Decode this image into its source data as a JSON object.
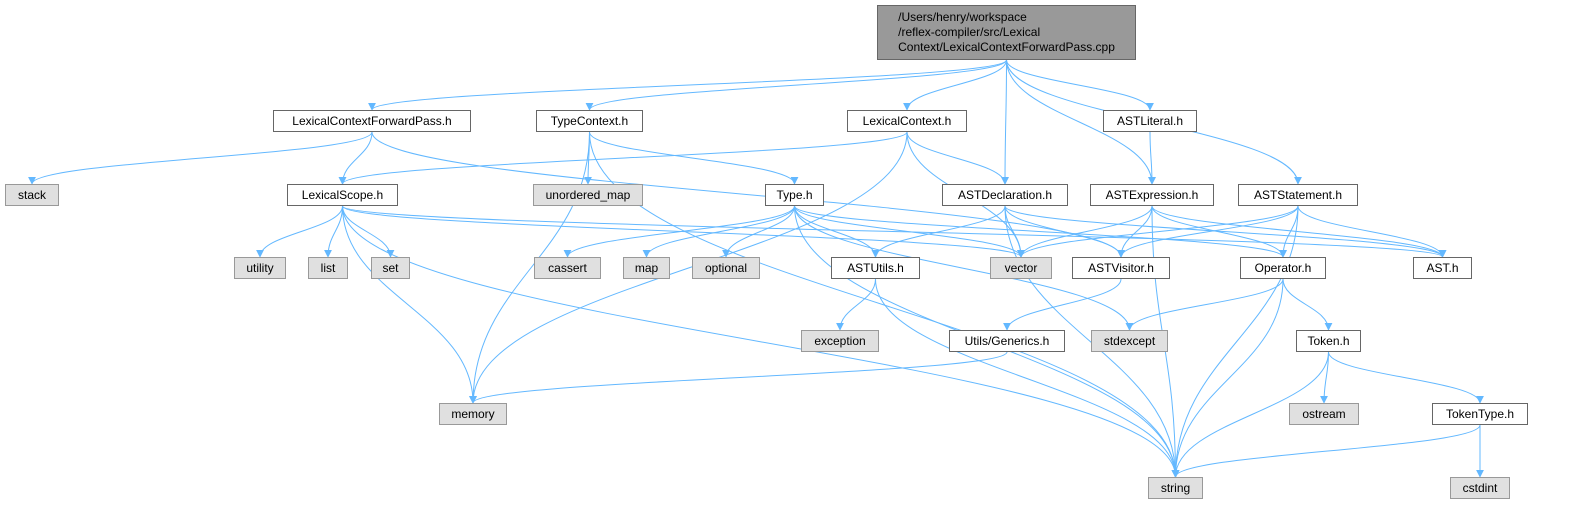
{
  "diagram": {
    "edge_color": "#63b8ff",
    "root": {
      "lines": [
        "/Users/henry/workspace",
        "/reflex-compiler/src/Lexical",
        "Context/LexicalContextForwardPass.cpp"
      ]
    },
    "nodes": {
      "lcfp": {
        "label": "LexicalContextForwardPass.h"
      },
      "typecontext": {
        "label": "TypeContext.h"
      },
      "lexicalcontext": {
        "label": "LexicalContext.h"
      },
      "astliteral": {
        "label": "ASTLiteral.h"
      },
      "stack": {
        "label": "stack"
      },
      "lexicalscope": {
        "label": "LexicalScope.h"
      },
      "unordered_map": {
        "label": "unordered_map"
      },
      "type": {
        "label": "Type.h"
      },
      "astdeclaration": {
        "label": "ASTDeclaration.h"
      },
      "astexpression": {
        "label": "ASTExpression.h"
      },
      "aststatement": {
        "label": "ASTStatement.h"
      },
      "utility": {
        "label": "utility"
      },
      "list": {
        "label": "list"
      },
      "set": {
        "label": "set"
      },
      "cassert": {
        "label": "cassert"
      },
      "map": {
        "label": "map"
      },
      "optional": {
        "label": "optional"
      },
      "astutils": {
        "label": "ASTUtils.h"
      },
      "vector": {
        "label": "vector"
      },
      "astvisitor": {
        "label": "ASTVisitor.h"
      },
      "operator": {
        "label": "Operator.h"
      },
      "ast": {
        "label": "AST.h"
      },
      "exception": {
        "label": "exception"
      },
      "generics": {
        "label": "Utils/Generics.h"
      },
      "stdexcept": {
        "label": "stdexcept"
      },
      "token": {
        "label": "Token.h"
      },
      "memory": {
        "label": "memory"
      },
      "ostream": {
        "label": "ostream"
      },
      "tokentype": {
        "label": "TokenType.h"
      },
      "string": {
        "label": "string"
      },
      "cstdint": {
        "label": "cstdint"
      }
    },
    "edges": [
      [
        "root",
        "lcfp"
      ],
      [
        "root",
        "typecontext"
      ],
      [
        "root",
        "lexicalcontext"
      ],
      [
        "root",
        "astdeclaration"
      ],
      [
        "root",
        "astexpression"
      ],
      [
        "root",
        "astliteral"
      ],
      [
        "root",
        "aststatement"
      ],
      [
        "lcfp",
        "stack"
      ],
      [
        "lcfp",
        "lexicalscope"
      ],
      [
        "lcfp",
        "astvisitor"
      ],
      [
        "typecontext",
        "string"
      ],
      [
        "typecontext",
        "unordered_map"
      ],
      [
        "typecontext",
        "memory"
      ],
      [
        "typecontext",
        "type"
      ],
      [
        "lexicalcontext",
        "lexicalscope"
      ],
      [
        "lexicalcontext",
        "memory"
      ],
      [
        "lexicalcontext",
        "vector"
      ],
      [
        "lexicalcontext",
        "astdeclaration"
      ],
      [
        "astliteral",
        "astexpression"
      ],
      [
        "lexicalscope",
        "utility"
      ],
      [
        "lexicalscope",
        "list"
      ],
      [
        "lexicalscope",
        "set"
      ],
      [
        "lexicalscope",
        "memory"
      ],
      [
        "lexicalscope",
        "string"
      ],
      [
        "lexicalscope",
        "vector"
      ],
      [
        "lexicalscope",
        "ast"
      ],
      [
        "type",
        "cassert"
      ],
      [
        "type",
        "map"
      ],
      [
        "type",
        "optional"
      ],
      [
        "type",
        "astutils"
      ],
      [
        "type",
        "vector"
      ],
      [
        "type",
        "stdexcept"
      ],
      [
        "type",
        "string"
      ],
      [
        "type",
        "operator"
      ],
      [
        "astdeclaration",
        "astutils"
      ],
      [
        "astdeclaration",
        "vector"
      ],
      [
        "astdeclaration",
        "astvisitor"
      ],
      [
        "astdeclaration",
        "string"
      ],
      [
        "astdeclaration",
        "ast"
      ],
      [
        "astexpression",
        "vector"
      ],
      [
        "astexpression",
        "astvisitor"
      ],
      [
        "astexpression",
        "operator"
      ],
      [
        "astexpression",
        "ast"
      ],
      [
        "astexpression",
        "string"
      ],
      [
        "aststatement",
        "vector"
      ],
      [
        "aststatement",
        "astvisitor"
      ],
      [
        "aststatement",
        "operator"
      ],
      [
        "aststatement",
        "ast"
      ],
      [
        "aststatement",
        "string"
      ],
      [
        "astutils",
        "exception"
      ],
      [
        "astutils",
        "string"
      ],
      [
        "astvisitor",
        "generics"
      ],
      [
        "generics",
        "memory"
      ],
      [
        "operator",
        "stdexcept"
      ],
      [
        "operator",
        "token"
      ],
      [
        "operator",
        "string"
      ],
      [
        "token",
        "string"
      ],
      [
        "token",
        "ostream"
      ],
      [
        "token",
        "tokentype"
      ],
      [
        "tokentype",
        "string"
      ],
      [
        "tokentype",
        "cstdint"
      ]
    ]
  }
}
